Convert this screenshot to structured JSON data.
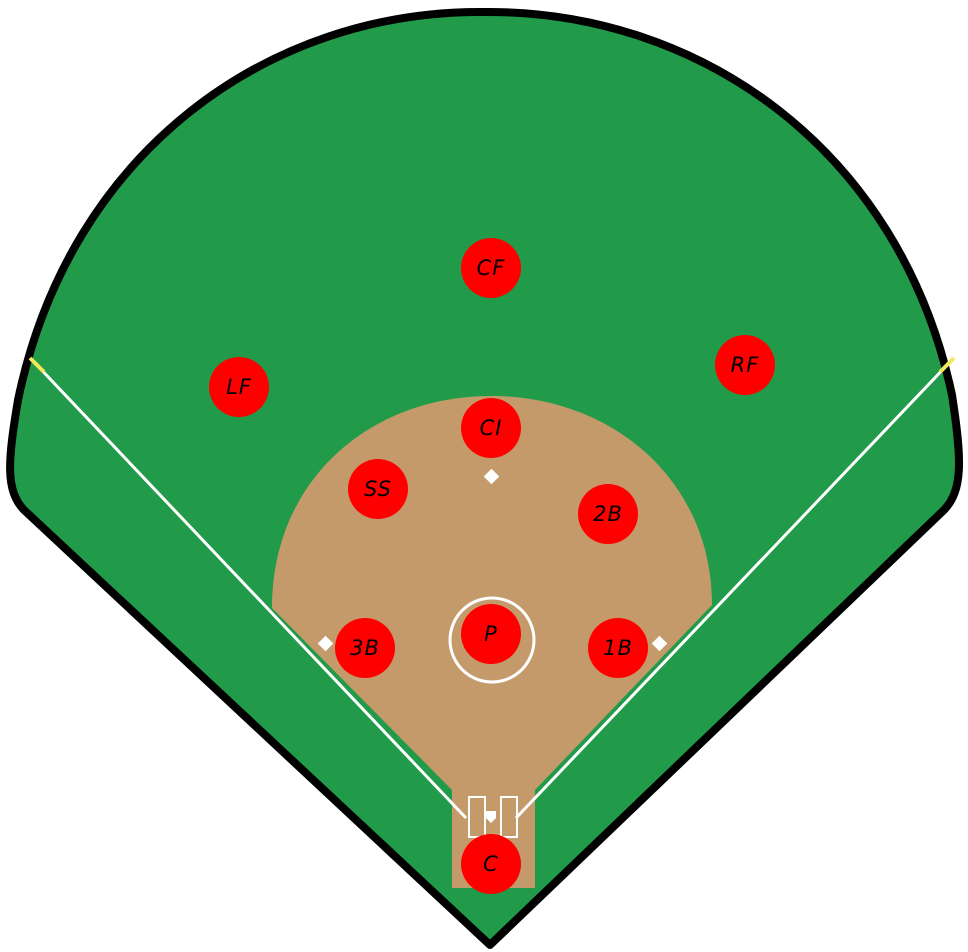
{
  "colors": {
    "grass": "#219a4a",
    "infield_dirt": "#c59a6a",
    "outline": "#000000",
    "chalk": "#ffffff",
    "foul_pole": "#f2e85a",
    "player_marker": "#fe0000",
    "player_label": "#000000"
  },
  "positions": [
    {
      "key": "cf",
      "label": "CF"
    },
    {
      "key": "lf",
      "label": "LF"
    },
    {
      "key": "rf",
      "label": "RF"
    },
    {
      "key": "ci",
      "label": "CI"
    },
    {
      "key": "ss",
      "label": "SS"
    },
    {
      "key": "second-base",
      "label": "2B"
    },
    {
      "key": "third-base",
      "label": "3B"
    },
    {
      "key": "pitcher",
      "label": "P"
    },
    {
      "key": "first-base",
      "label": "1B"
    },
    {
      "key": "catcher",
      "label": "C"
    }
  ]
}
